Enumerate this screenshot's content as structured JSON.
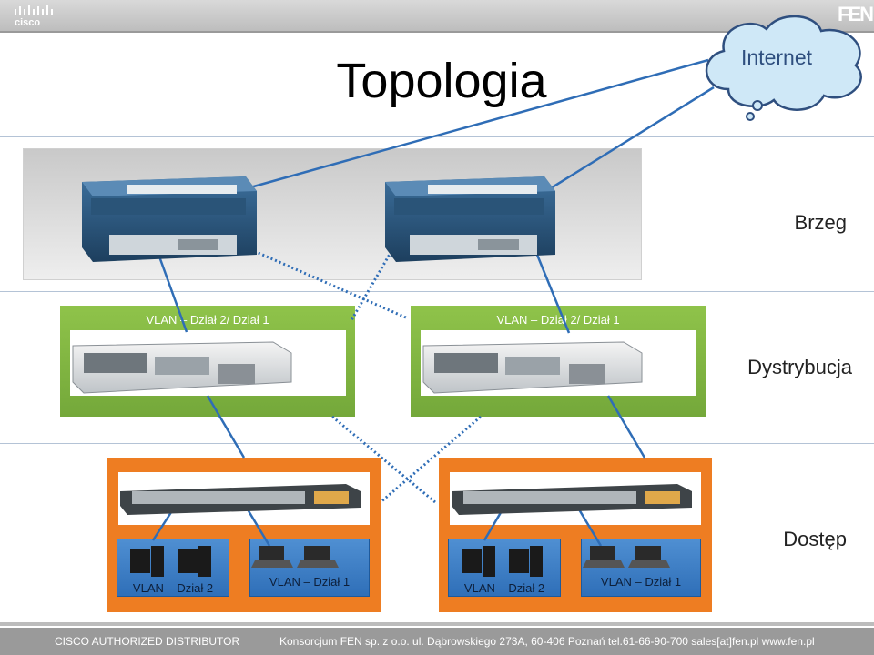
{
  "header": {
    "title": "Topologia",
    "brand_left": "cisco",
    "brand_right": "FEN"
  },
  "cloud": {
    "label": "Internet"
  },
  "layers": {
    "edge": "Brzeg",
    "distribution": "Dystrybucja",
    "access": "Dostęp"
  },
  "distribution_switches": [
    {
      "label": "VLAN – Dział 2/ Dział 1"
    },
    {
      "label": "VLAN – Dział 2/ Dział 1"
    }
  ],
  "access_groups": [
    {
      "desktops_label": "VLAN – Dział 2",
      "laptops_label": "VLAN – Dział 1"
    },
    {
      "desktops_label": "VLAN – Dział 2",
      "laptops_label": "VLAN – Dział 1"
    }
  ],
  "footer": {
    "left": "CISCO AUTHORIZED DISTRIBUTOR",
    "right": "Konsorcjum FEN sp. z o.o. ul. Dąbrowskiego 273A, 60-406 Poznań  tel.61-66-90-700  sales[at]fen.pl  www.fen.pl"
  },
  "colors": {
    "link_solid": "#2f6db6",
    "link_dotted": "#2f6db6",
    "distribution_panel": "#7cb342",
    "access_panel": "#ee7d22",
    "cloud_fill": "#cfe8f7"
  },
  "icons": [
    "router-icon",
    "distribution-switch-icon",
    "access-switch-icon",
    "desktop-pc-icon",
    "laptop-icon",
    "cloud-icon"
  ]
}
